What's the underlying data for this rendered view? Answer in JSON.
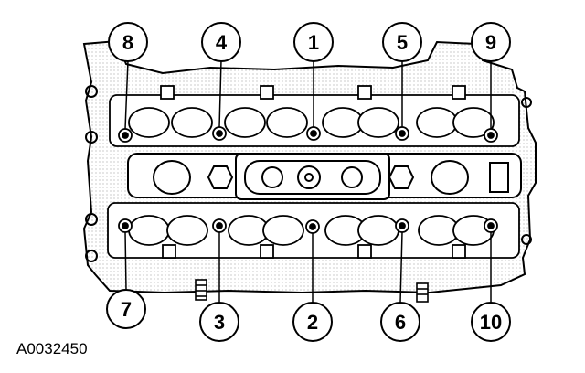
{
  "figure": {
    "code": "A0032450",
    "callouts": [
      {
        "label": "8",
        "position": "top-1"
      },
      {
        "label": "4",
        "position": "top-2"
      },
      {
        "label": "1",
        "position": "top-3"
      },
      {
        "label": "5",
        "position": "top-4"
      },
      {
        "label": "9",
        "position": "top-5"
      },
      {
        "label": "7",
        "position": "bottom-1"
      },
      {
        "label": "3",
        "position": "bottom-2"
      },
      {
        "label": "2",
        "position": "bottom-3"
      },
      {
        "label": "6",
        "position": "bottom-4"
      },
      {
        "label": "10",
        "position": "bottom-5"
      }
    ]
  }
}
